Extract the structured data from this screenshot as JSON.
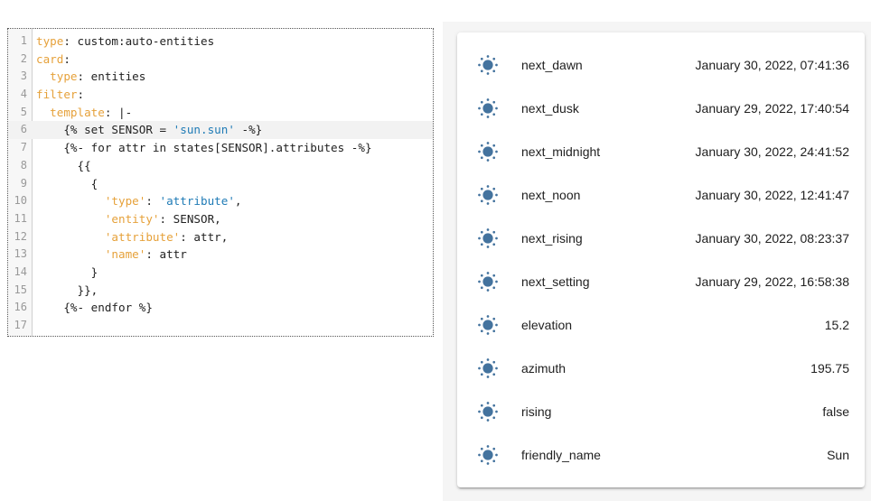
{
  "editor": {
    "lines": [
      {
        "num": "1",
        "parts": [
          {
            "t": "type",
            "c": "k"
          },
          {
            "t": ": custom:auto-entities",
            "c": ""
          }
        ]
      },
      {
        "num": "2",
        "parts": [
          {
            "t": "card",
            "c": "k"
          },
          {
            "t": ":",
            "c": ""
          }
        ]
      },
      {
        "num": "3",
        "parts": [
          {
            "t": "  ",
            "c": ""
          },
          {
            "t": "type",
            "c": "k"
          },
          {
            "t": ": entities",
            "c": ""
          }
        ]
      },
      {
        "num": "4",
        "parts": [
          {
            "t": "filter",
            "c": "k"
          },
          {
            "t": ":",
            "c": ""
          }
        ]
      },
      {
        "num": "5",
        "parts": [
          {
            "t": "  ",
            "c": ""
          },
          {
            "t": "template",
            "c": "k"
          },
          {
            "t": ": |-",
            "c": ""
          }
        ]
      },
      {
        "num": "6",
        "parts": [
          {
            "t": "    {% set SENSOR = ",
            "c": ""
          },
          {
            "t": "'sun.sun'",
            "c": "s"
          },
          {
            "t": " -%}",
            "c": ""
          }
        ],
        "active": true
      },
      {
        "num": "7",
        "parts": [
          {
            "t": "    {%- for attr in states[SENSOR].attributes -%}",
            "c": ""
          }
        ]
      },
      {
        "num": "8",
        "parts": [
          {
            "t": "      {{",
            "c": ""
          }
        ]
      },
      {
        "num": "9",
        "parts": [
          {
            "t": "        {",
            "c": ""
          }
        ]
      },
      {
        "num": "10",
        "parts": [
          {
            "t": "          ",
            "c": ""
          },
          {
            "t": "'type'",
            "c": "k"
          },
          {
            "t": ": ",
            "c": ""
          },
          {
            "t": "'attribute'",
            "c": "s"
          },
          {
            "t": ",",
            "c": ""
          }
        ]
      },
      {
        "num": "11",
        "parts": [
          {
            "t": "          ",
            "c": ""
          },
          {
            "t": "'entity'",
            "c": "k"
          },
          {
            "t": ": SENSOR,",
            "c": ""
          }
        ]
      },
      {
        "num": "12",
        "parts": [
          {
            "t": "          ",
            "c": ""
          },
          {
            "t": "'attribute'",
            "c": "k"
          },
          {
            "t": ": attr,",
            "c": ""
          }
        ]
      },
      {
        "num": "13",
        "parts": [
          {
            "t": "          ",
            "c": ""
          },
          {
            "t": "'name'",
            "c": "k"
          },
          {
            "t": ": attr",
            "c": ""
          }
        ]
      },
      {
        "num": "14",
        "parts": [
          {
            "t": "        }",
            "c": ""
          }
        ]
      },
      {
        "num": "15",
        "parts": [
          {
            "t": "      }},",
            "c": ""
          }
        ]
      },
      {
        "num": "16",
        "parts": [
          {
            "t": "    {%- endfor %}",
            "c": ""
          }
        ]
      },
      {
        "num": "17",
        "parts": []
      }
    ]
  },
  "entities": [
    {
      "name": "next_dawn",
      "value": "January 30, 2022, 07:41:36",
      "icon": "sun-icon"
    },
    {
      "name": "next_dusk",
      "value": "January 29, 2022, 17:40:54",
      "icon": "sun-icon"
    },
    {
      "name": "next_midnight",
      "value": "January 30, 2022, 24:41:52",
      "icon": "sun-icon"
    },
    {
      "name": "next_noon",
      "value": "January 30, 2022, 12:41:47",
      "icon": "sun-icon"
    },
    {
      "name": "next_rising",
      "value": "January 30, 2022, 08:23:37",
      "icon": "sun-icon"
    },
    {
      "name": "next_setting",
      "value": "January 29, 2022, 16:58:38",
      "icon": "sun-icon"
    },
    {
      "name": "elevation",
      "value": "15.2",
      "icon": "sun-icon"
    },
    {
      "name": "azimuth",
      "value": "195.75",
      "icon": "sun-icon"
    },
    {
      "name": "rising",
      "value": "false",
      "icon": "sun-icon"
    },
    {
      "name": "friendly_name",
      "value": "Sun",
      "icon": "sun-icon"
    }
  ],
  "colors": {
    "icon": "#44739e",
    "yaml_key": "#e6a13a",
    "string": "#1f7bb6"
  }
}
